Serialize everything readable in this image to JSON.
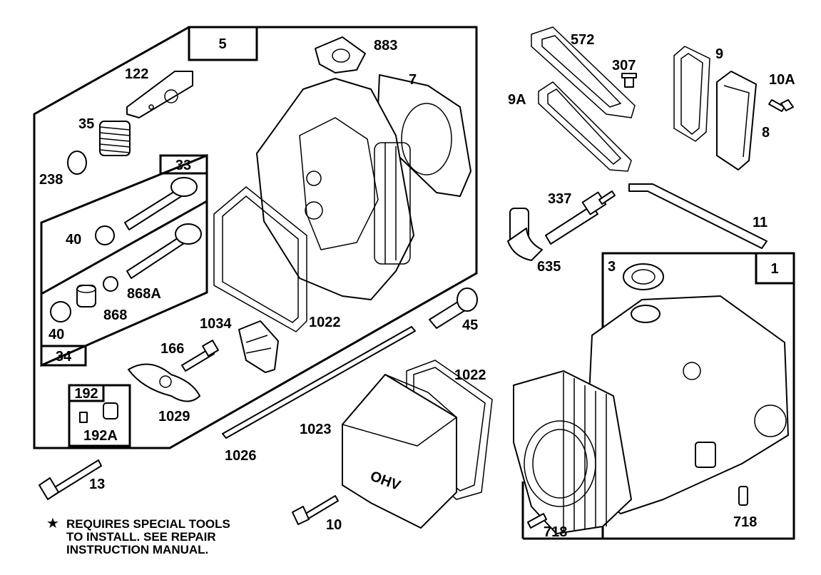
{
  "labels": {
    "l5": "5",
    "l883": "883",
    "l7": "7",
    "l122": "122",
    "l35": "35",
    "l238": "238",
    "l33": "33",
    "l40a": "40",
    "l868A": "868A",
    "l868": "868",
    "l40b": "40",
    "l34": "34",
    "l1034": "1034",
    "l1022a": "1022",
    "l166": "166",
    "l1029": "1029",
    "l192": "192",
    "l192A": "192A",
    "l45": "45",
    "l1022b": "1022",
    "l1023": "1023",
    "l1026": "1026",
    "l13": "13",
    "l10": "10",
    "l572": "572",
    "l307": "307",
    "l9A": "9A",
    "l9": "9",
    "l10A": "10A",
    "l8": "8",
    "l337": "337",
    "l11": "11",
    "l635": "635",
    "l3": "3",
    "l1": "1",
    "l718a": "718",
    "l718b": "718",
    "ohv": "OHV"
  },
  "note": {
    "star": "★",
    "line1": "REQUIRES SPECIAL TOOLS",
    "line2": "TO INSTALL.  SEE REPAIR",
    "line3": "INSTRUCTION MANUAL."
  }
}
